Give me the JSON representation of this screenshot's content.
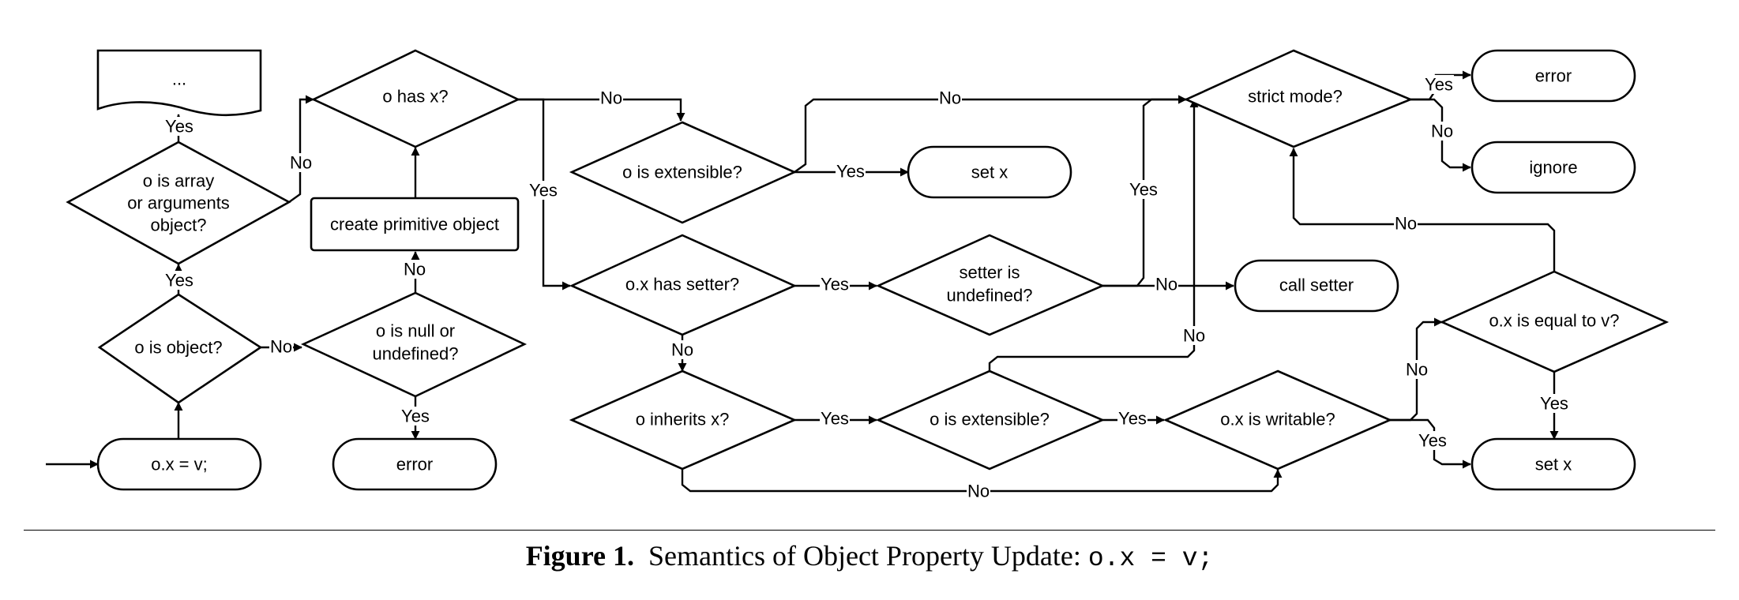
{
  "nodes": {
    "entry": "o.x = v;",
    "is_object": "o is object?",
    "is_array": [
      "o is array",
      "or arguments",
      "object?"
    ],
    "ellipsis": "...",
    "has_x": "o has x?",
    "create_primitive": "create primitive object",
    "null_undefined": [
      "o is null or",
      "undefined?"
    ],
    "error_bottom": "error",
    "extensible_top": "o is extensible?",
    "set_x_top": "set x",
    "has_setter": "o.x has setter?",
    "setter_undefined": [
      "setter is",
      "undefined?"
    ],
    "inherits_x": "o inherits x?",
    "extensible_mid": "o is extensible?",
    "writable": "o.x is writable?",
    "strict_mode": "strict mode?",
    "error_top": "error",
    "ignore": "ignore",
    "call_setter": "call setter",
    "equal_v": "o.x is equal to v?",
    "set_x_bottom": "set x"
  },
  "edge_labels": {
    "yes": "Yes",
    "no": "No"
  },
  "caption": {
    "label": "Figure 1.",
    "text": "Semantics of Object Property Update:",
    "code": "o.x = v;"
  }
}
